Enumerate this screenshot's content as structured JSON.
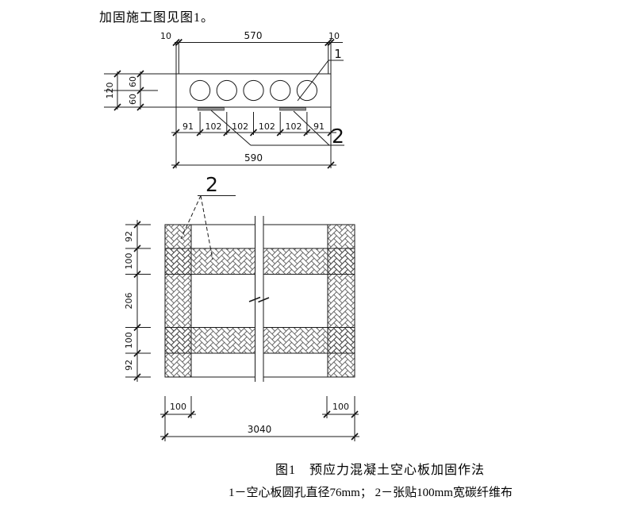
{
  "intro": "加固施工图见图1。",
  "figure": {
    "caption": {
      "title": "图1　预应力混凝土空心板加固作法",
      "legend": "1－空心板圆孔直径76mm； 2－张贴100mm宽碳纤维布"
    },
    "section": {
      "dim_left_10": "10",
      "dim_top_570": "570",
      "dim_right_10": "10",
      "dim_height_120": "120",
      "dim_60_top": "60",
      "dim_60_bot": "60",
      "chain": [
        "91",
        "102",
        "102",
        "102",
        "102",
        "91"
      ],
      "dim_total_590": "590",
      "label_hole": "1",
      "label_cfrp": "2"
    },
    "plan": {
      "left_chain": [
        "92",
        "100",
        "206",
        "100",
        "92"
      ],
      "dim_strip_left": "100",
      "dim_strip_right": "100",
      "dim_length_3040": "3040",
      "label_cfrp": "2"
    }
  },
  "colors": {
    "line": "#1a1a1a",
    "strip_fill": "#909090",
    "background": "#ffffff"
  }
}
